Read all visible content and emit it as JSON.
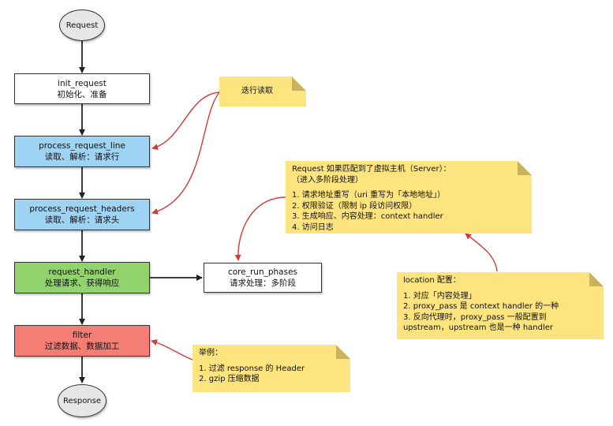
{
  "start_node": {
    "label": "Request"
  },
  "end_node": {
    "label": "Response"
  },
  "steps": [
    {
      "name": "init_request",
      "desc": "初始化、准备",
      "color": "#ffffff"
    },
    {
      "name": "process_request_line",
      "desc": "读取、解析：请求行",
      "color": "#9fd3f3"
    },
    {
      "name": "process_request_headers",
      "desc": "读取、解析：请求头",
      "color": "#9fd3f3"
    },
    {
      "name": "request_handler",
      "desc": "处理请求、获得响应",
      "color": "#92d36e"
    },
    {
      "name": "filter",
      "desc": "过滤数据、数据加工",
      "color": "#f47d76"
    }
  ],
  "core_run_phases": {
    "name": "core_run_phases",
    "desc": "请求处理：多阶段"
  },
  "notes": {
    "read_loop": {
      "lines": [
        "迭行读取"
      ]
    },
    "server_match": {
      "lines": [
        "Request 如果匹配到了虚拟主机（Server）：",
        "（进入多阶段处理）",
        "",
        "1. 请求地址重写（uri 重写为「本地地址」）",
        "2. 权限验证（限制 ip 段访问权限）",
        "3. 生成响应、内容处理：context handler",
        "4. 访问日志"
      ]
    },
    "location": {
      "lines": [
        "location 配置：",
        "",
        "1. 对应「内容处理」",
        "2. proxy_pass 是 context handler 的一种",
        "3. 反向代理时，proxy_pass 一般配置到",
        "upstream，upstream 也是一种 handler"
      ]
    },
    "filter_example": {
      "lines": [
        "举例：",
        "",
        "1. 过滤 response 的 Header",
        "2. gzip 压缩数据"
      ]
    }
  },
  "colors": {
    "note": "#fde47f",
    "annotation_arrow": "#d33a3a",
    "flow_arrow": "#222222"
  }
}
